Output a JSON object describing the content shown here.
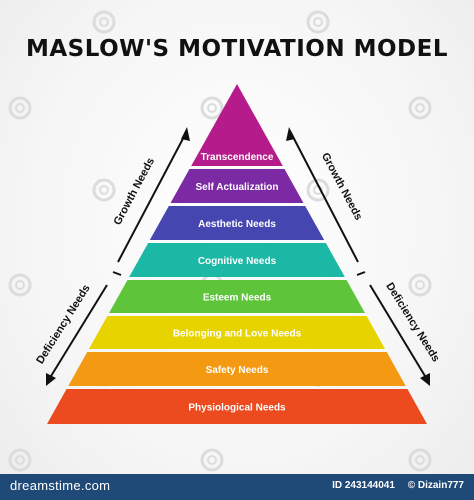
{
  "title": "MASLOW'S MOTIVATION MODEL",
  "levels": [
    {
      "label": "Transcendence",
      "color": "#b51b8a"
    },
    {
      "label": "Self Actualization",
      "color": "#7b2aa4"
    },
    {
      "label": "Aesthetic Needs",
      "color": "#4546b0"
    },
    {
      "label": "Cognitive Needs",
      "color": "#1cb8a6"
    },
    {
      "label": "Esteem Needs",
      "color": "#5ec53a"
    },
    {
      "label": "Belonging and Love Needs",
      "color": "#e7d300"
    },
    {
      "label": "Safety Needs",
      "color": "#f39a12"
    },
    {
      "label": "Physiological Needs",
      "color": "#ec4a1f"
    }
  ],
  "side_labels": {
    "growth": "Growth Needs",
    "deficiency": "Deficiency Needs"
  },
  "watermark": "dreamstime",
  "footer": {
    "brand": "dreamstime.com",
    "id_label": "ID 243144041",
    "author": "© Dizain777"
  }
}
